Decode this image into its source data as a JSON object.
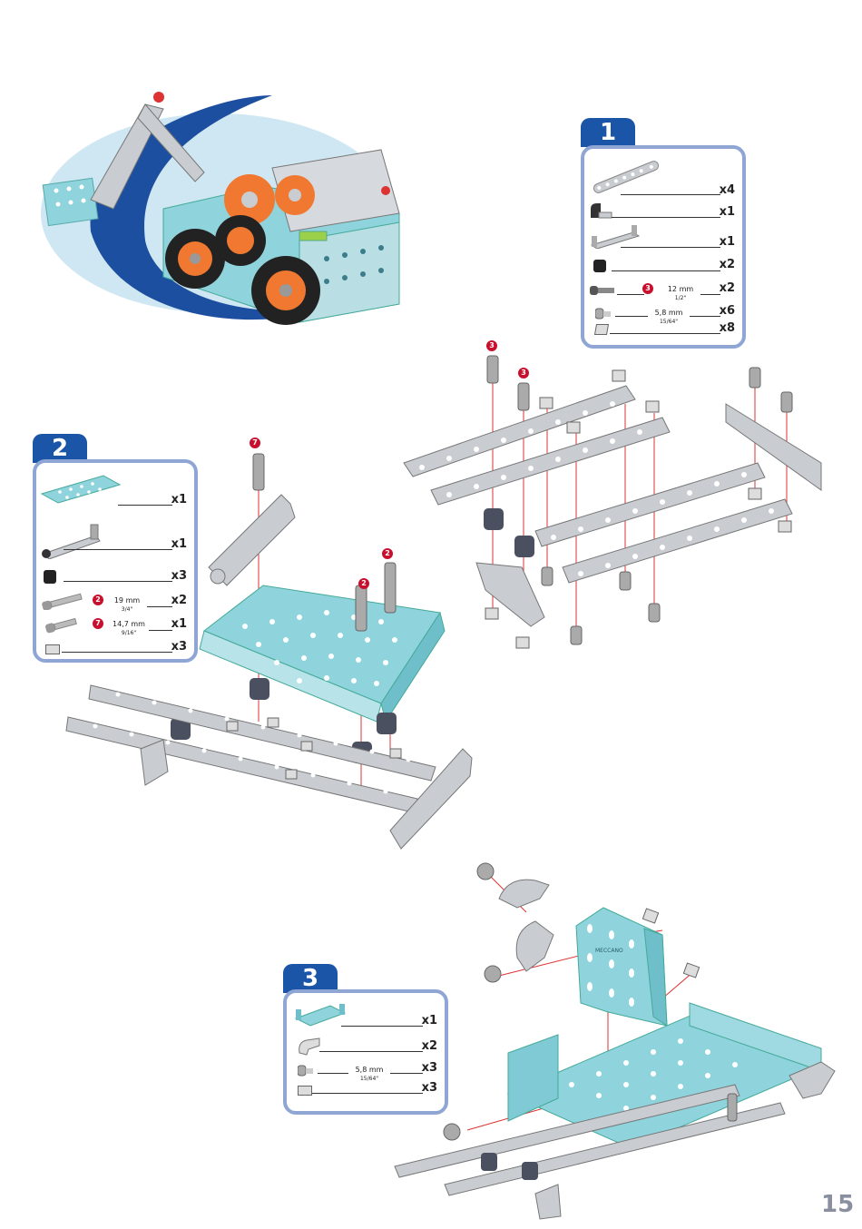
{
  "page_number": "15",
  "colors": {
    "step_blue": "#1a55a8",
    "box_border": "#8fa6d4",
    "badge_red": "#c8102e",
    "teal": "#8fd3dc",
    "metal": "#c9cdd2"
  },
  "step1": {
    "number": "1",
    "rows": [
      {
        "part": "strip-7-hole",
        "qty": "x4"
      },
      {
        "part": "bracket",
        "qty": "x1"
      },
      {
        "part": "double-angle-strip",
        "qty": "x1"
      },
      {
        "part": "spacer",
        "qty": "x2"
      },
      {
        "part": "screw-12mm",
        "qty": "x2",
        "badge": "3",
        "dim": "12 mm",
        "dim_sub": "1/2\""
      },
      {
        "part": "screw-5-8mm",
        "qty": "x6",
        "dim": "5,8 mm",
        "dim_sub": "15/64\""
      },
      {
        "part": "nut",
        "qty": "x8"
      }
    ]
  },
  "step2": {
    "number": "2",
    "rows": [
      {
        "part": "flanged-plate",
        "qty": "x1"
      },
      {
        "part": "angle-strip",
        "qty": "x1"
      },
      {
        "part": "spacer",
        "qty": "x3"
      },
      {
        "part": "screw-19mm",
        "qty": "x2",
        "badge": "2",
        "dim": "19 mm",
        "dim_sub": "3/4\""
      },
      {
        "part": "screw-14-7mm",
        "qty": "x1",
        "badge": "7",
        "dim": "14,7 mm",
        "dim_sub": "9/16\""
      },
      {
        "part": "nut",
        "qty": "x3"
      }
    ]
  },
  "step3": {
    "number": "3",
    "rows": [
      {
        "part": "flanged-plate-small",
        "qty": "x1"
      },
      {
        "part": "pivot-bracket",
        "qty": "x2"
      },
      {
        "part": "screw-5-8mm",
        "qty": "x3",
        "dim": "5,8 mm",
        "dim_sub": "15/64\""
      },
      {
        "part": "nut",
        "qty": "x3"
      }
    ]
  },
  "diagram_badges": {
    "step1_left": "3",
    "step1_right": "3",
    "step2_top": "7",
    "step2_right": "2",
    "step2_mid": "2"
  },
  "plate_brand": "MECCANO"
}
